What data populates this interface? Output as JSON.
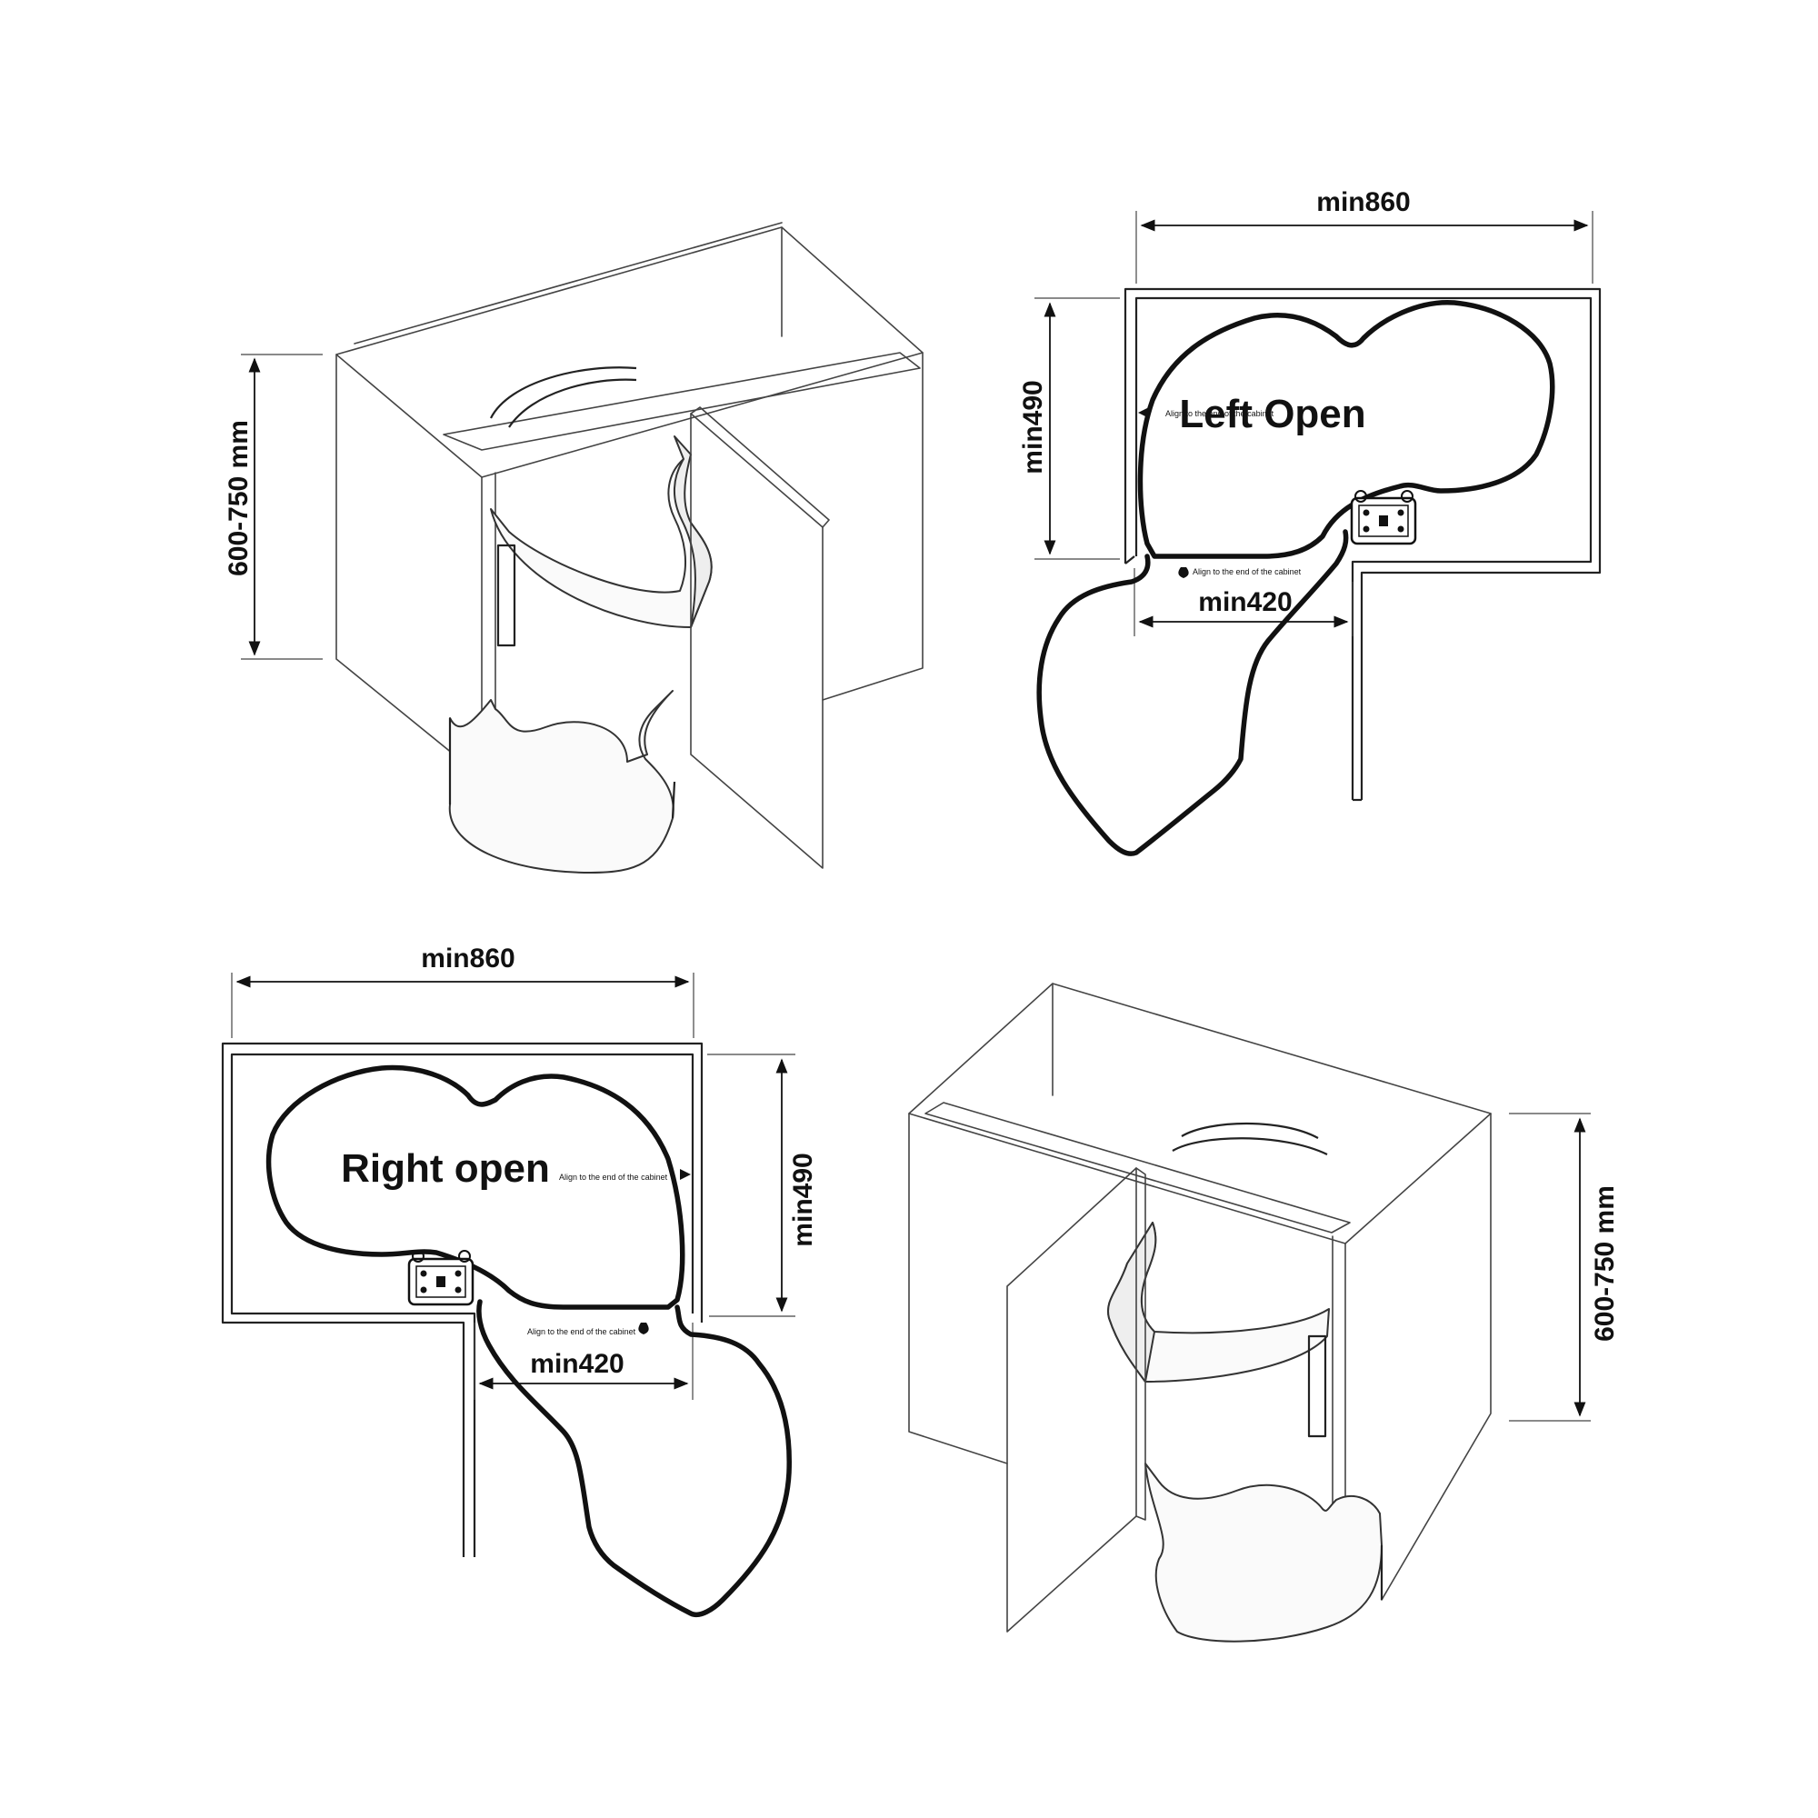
{
  "labels": {
    "height_left": "600-750 mm",
    "height_right": "600-750 mm",
    "width_top": "min860",
    "depth_top": "min490",
    "opening_top": "min420",
    "width_bottom": "min860",
    "depth_bottom": "min490",
    "opening_bottom": "min420",
    "left_open": "Left Open",
    "right_open": "Right open",
    "align_1": "Align to the end of the cabinet",
    "align_2": "Align to the end of the cabinet",
    "align_3": "Align to the end of the cabinet",
    "align_4": "Align to the end of the cabinet"
  },
  "colors": {
    "line": "#111111",
    "background": "#ffffff"
  }
}
